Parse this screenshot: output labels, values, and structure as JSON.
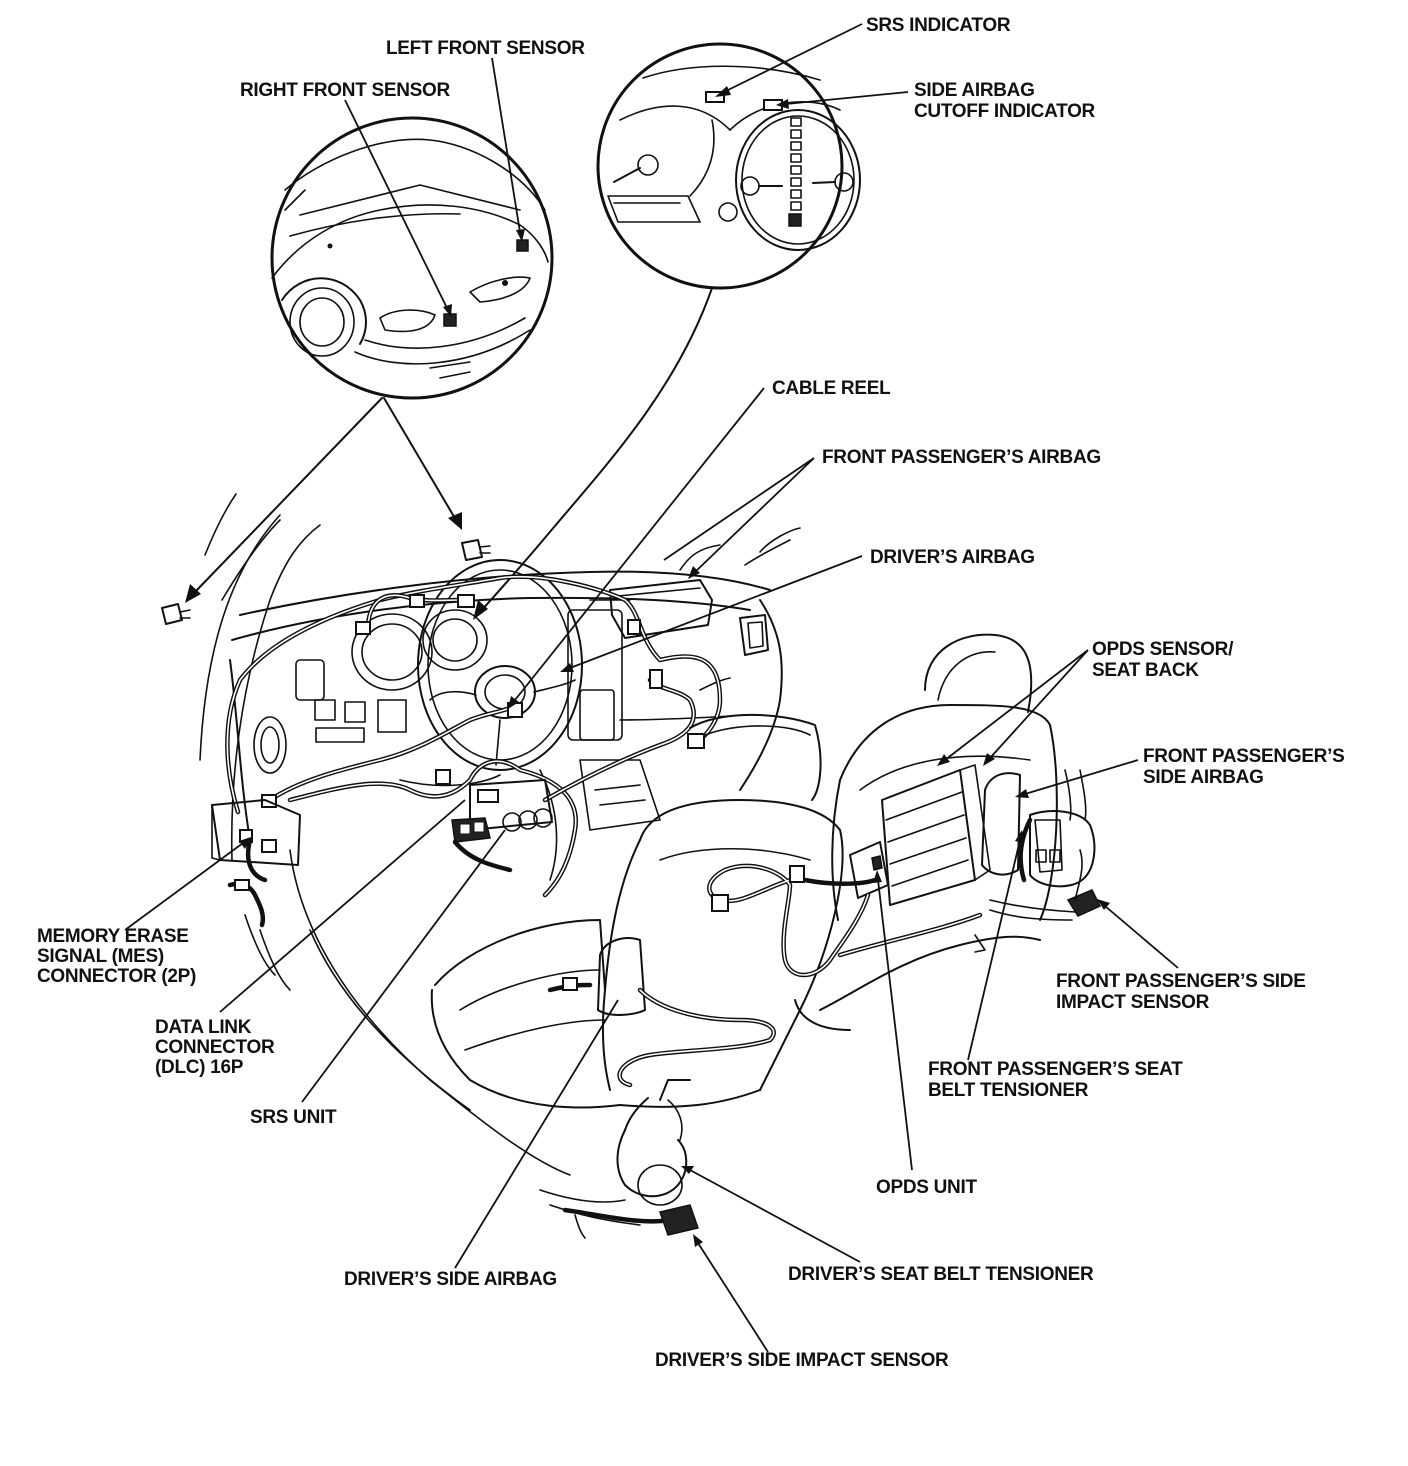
{
  "labels": {
    "srs_indicator": "SRS INDICATOR",
    "left_front_sensor": "LEFT FRONT SENSOR",
    "right_front_sensor": "RIGHT FRONT SENSOR",
    "side_airbag_cutoff_1": "SIDE AIRBAG",
    "side_airbag_cutoff_2": "CUTOFF INDICATOR",
    "cable_reel": "CABLE REEL",
    "front_passenger_airbag": "FRONT PASSENGER’S AIRBAG",
    "drivers_airbag": "DRIVER’S AIRBAG",
    "opds_sensor_1": "OPDS SENSOR/",
    "opds_sensor_2": "SEAT BACK",
    "fp_side_airbag_1": "FRONT PASSENGER’S",
    "fp_side_airbag_2": "SIDE AIRBAG",
    "mes_1": "MEMORY ERASE",
    "mes_2": "SIGNAL (MES)",
    "mes_3": "CONNECTOR (2P)",
    "fp_side_impact_1": "FRONT PASSENGER’S SIDE",
    "fp_side_impact_2": "IMPACT SENSOR",
    "dlc_1": "DATA LINK",
    "dlc_2": "CONNECTOR",
    "dlc_3": "(DLC) 16P",
    "fp_tensioner_1": "FRONT PASSENGER’S SEAT",
    "fp_tensioner_2": "BELT TENSIONER",
    "srs_unit": "SRS UNIT",
    "opds_unit": "OPDS UNIT",
    "drivers_side_airbag": "DRIVER’S SIDE AIRBAG",
    "drivers_tensioner": "DRIVER’S SEAT BELT TENSIONER",
    "drivers_side_impact": "DRIVER’S SIDE IMPACT SENSOR"
  }
}
